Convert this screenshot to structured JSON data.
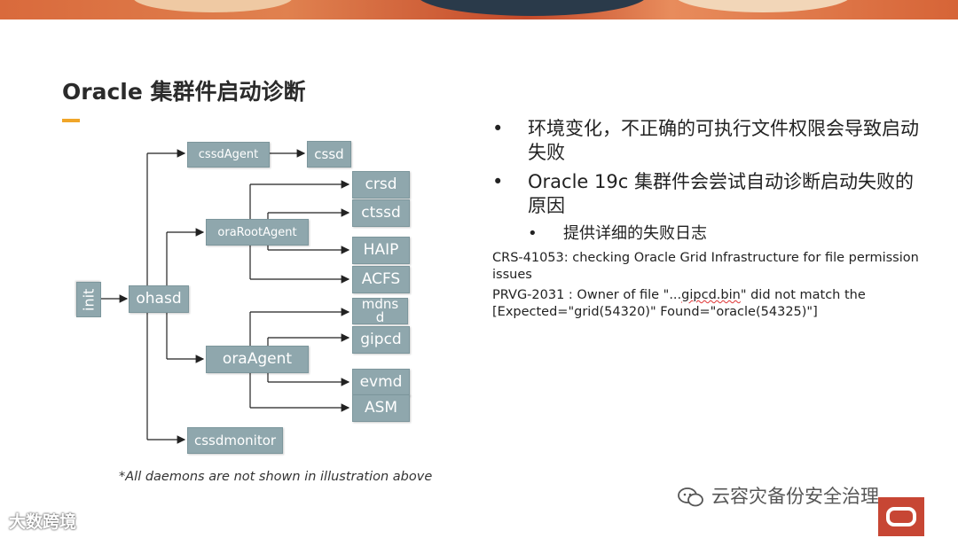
{
  "title": "Oracle 集群件启动诊断",
  "diagram": {
    "init": "init",
    "ohasd": "ohasd",
    "cssdAgent": "cssdAgent",
    "cssd": "cssd",
    "oraRootAgent": "oraRootAgent",
    "crsd": "crsd",
    "ctssd": "ctssd",
    "haip": "HAIP",
    "acfs": "ACFS",
    "oraAgent": "oraAgent",
    "mdnsd": "mdnsd",
    "gipcd": "gipcd",
    "evmd": "evmd",
    "asm": "ASM",
    "cssdmonitor": "cssdmonitor"
  },
  "footnote": "*All daemons are not shown in illustration above",
  "bullets": [
    "环境变化，不正确的可执行文件权限会导致启动失败",
    "Oracle 19c 集群件会尝试自动诊断启动失败的原因"
  ],
  "sub_bullet": "提供详细的失败日志",
  "bullet_char": "•",
  "error1": "CRS-41053: checking Oracle Grid Infrastructure for file permission issues",
  "error2_prefix": "PRVG-2031 : Owner of file \"...",
  "error2_file": "gipcd.bin",
  "error2_suffix": "\" did not match the [Expected=\"grid(54320)\" Found=\"oracle(54325)\"]",
  "watermark_left": "大数跨境",
  "watermark_right": "云容灾备份安全治理",
  "colors": {
    "box": "#8fa7ad",
    "accent": "#f0a629",
    "oracle_red": "#c74634"
  }
}
